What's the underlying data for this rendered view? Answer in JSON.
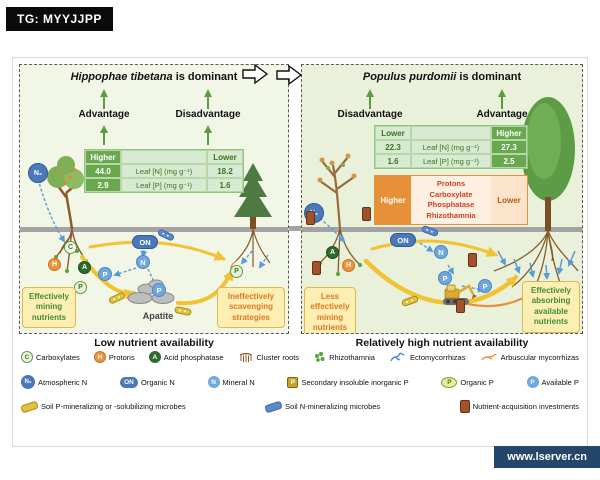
{
  "tag": {
    "label": "TG: MYYJJPP"
  },
  "watermark": {
    "label": "www.lserver.cn"
  },
  "icons": {
    "c": "C",
    "h": "H",
    "a": "A",
    "n2": "N₂",
    "on": "ON",
    "n": "N",
    "p": "P"
  },
  "colors": {
    "panel_green": "#f1f6e7",
    "table_green": "#6aa84f",
    "accent_orange": "#e69138",
    "box_yellow": "#fdeeb3"
  },
  "left": {
    "title_species": "Hippophae tibetana",
    "title_rest": " is dominant",
    "advantage": "Advantage",
    "disadvantage": "Disadvantage",
    "table": {
      "header_left": "Higher",
      "header_right": "Lower",
      "rows": [
        {
          "left": "44.0",
          "label": "Leaf [N] (mg g⁻¹)",
          "right": "18.2"
        },
        {
          "left": "2.9",
          "label": "Leaf [P] (mg g⁻¹)",
          "right": "1.6"
        }
      ]
    },
    "apatite": "Apatite",
    "box_mining": "Effectively mining nutrients",
    "box_scavenging": "Ineffectively scavenging strategies",
    "caption": "Low nutrient availability"
  },
  "right": {
    "title_species": "Populus purdomii",
    "title_rest": " is dominant",
    "disadvantage": "Disadvantage",
    "advantage": "Advantage",
    "table": {
      "header_left": "Lower",
      "header_right": "Higher",
      "rows": [
        {
          "left": "22.3",
          "label": "Leaf [N] (mg g⁻¹)",
          "right": "27.3"
        },
        {
          "left": "1.6",
          "label": "Leaf [P] (mg g⁻¹)",
          "right": "2.5"
        }
      ]
    },
    "traits_table": {
      "header_left": "Higher",
      "header_right": "Lower",
      "items": [
        "Protons",
        "Carboxylate",
        "Phosphatase",
        "Rhizothamnia"
      ]
    },
    "box_mining": "Less effectively mining nutrients",
    "box_absorbing": "Effectively absorbing available nutrients",
    "caption": "Relatively high nutrient availability"
  },
  "legend": {
    "row1": [
      {
        "icon_text": "C",
        "label": "Carboxylates"
      },
      {
        "icon_text": "H",
        "label": "Protons"
      },
      {
        "icon_text": "A",
        "label": "Acid phosphatase"
      },
      {
        "label": "Cluster roots"
      },
      {
        "label": "Rhizothamnia"
      },
      {
        "label": "Ectomycorrhizas"
      },
      {
        "label": "Arbuscular mycorrhizas"
      }
    ],
    "row2": [
      {
        "icon_text": "N₂",
        "label": "Atmospheric N"
      },
      {
        "icon_text": "ON",
        "label": "Organic N"
      },
      {
        "icon_text": "N",
        "label": "Mineral N"
      },
      {
        "icon_text": "P",
        "label": "Secondary insoluble inorganic P"
      },
      {
        "icon_text": "P",
        "label": "Organic P"
      },
      {
        "icon_text": "P",
        "label": "Available P"
      }
    ],
    "row3": [
      {
        "label": "Soil P-mineralizing or -solubilizing microbes"
      },
      {
        "label": "Soil N-mineralizing microbes"
      },
      {
        "label": "Nutrient-acquisition investments"
      }
    ]
  }
}
